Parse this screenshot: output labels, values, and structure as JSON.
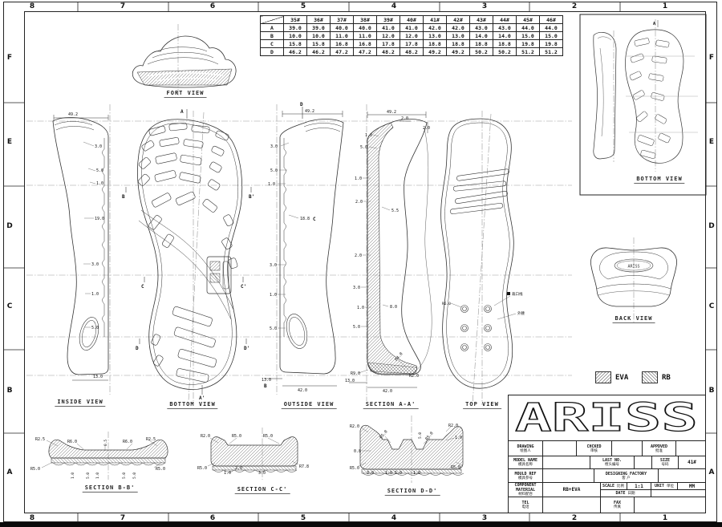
{
  "sheet": {
    "top_cols": [
      "8",
      "7",
      "6",
      "5",
      "4",
      "3",
      "2",
      "1"
    ],
    "bottom_cols": [
      "8",
      "7",
      "6",
      "5",
      "4",
      "3",
      "2",
      "1"
    ],
    "left_rows": [
      "F",
      "E",
      "D",
      "C",
      "B",
      "A"
    ],
    "right_rows": [
      "F",
      "E",
      "D",
      "C",
      "B",
      "A"
    ]
  },
  "size_table": {
    "columns": [
      "35#",
      "36#",
      "37#",
      "38#",
      "39#",
      "40#",
      "41#",
      "42#",
      "43#",
      "44#",
      "45#",
      "46#"
    ],
    "rows": [
      {
        "label": "A",
        "values": [
          "39.0",
          "39.0",
          "40.0",
          "40.0",
          "41.0",
          "41.0",
          "42.0",
          "42.0",
          "43.0",
          "43.0",
          "44.0",
          "44.0"
        ]
      },
      {
        "label": "B",
        "values": [
          "10.0",
          "10.0",
          "11.0",
          "11.0",
          "12.0",
          "12.0",
          "13.0",
          "13.0",
          "14.0",
          "14.0",
          "15.0",
          "15.0"
        ]
      },
      {
        "label": "C",
        "values": [
          "15.8",
          "15.8",
          "16.8",
          "16.8",
          "17.8",
          "17.8",
          "18.8",
          "18.8",
          "18.8",
          "18.8",
          "19.8",
          "19.8"
        ]
      },
      {
        "label": "D",
        "values": [
          "46.2",
          "46.2",
          "47.2",
          "47.2",
          "48.2",
          "48.2",
          "49.2",
          "49.2",
          "50.2",
          "50.2",
          "51.2",
          "51.2"
        ]
      }
    ]
  },
  "views": {
    "fort": {
      "label": "FORT VIEW"
    },
    "inside": {
      "label": "INSIDE VIEW",
      "dim_top": "49.2",
      "dims": [
        "3.0",
        "5.0",
        "1.0",
        "19.0",
        "3.0",
        "1.0",
        "5.0"
      ],
      "dim_bottom": "13.0"
    },
    "bottom_main": {
      "label": "BOTTOM VIEW",
      "markers": {
        "a": "A",
        "b": "B",
        "b2": "B'",
        "c": "C",
        "c2": "C'",
        "d": "D",
        "d2": "D'",
        "a2": "A'"
      }
    },
    "outside": {
      "label": "OUTSIDE VIEW",
      "marker_top": "D",
      "marker_mid": "C",
      "marker_bottom": "B",
      "dim_top": "49.2",
      "dims": [
        "3.0",
        "5.0",
        "1.0",
        "18.8",
        "3.0",
        "1.0",
        "5.0"
      ],
      "dim_bottom_left": "13.0",
      "dim_bottom": "42.0"
    },
    "section_a": {
      "label": "SECTION A-A'",
      "dim_top": "49.2",
      "dims_left": [
        "1.0",
        "5.0",
        "1.0",
        "2.0",
        "2.0",
        "3.0",
        "1.0",
        "5.0"
      ],
      "dims_right": [
        "2.0",
        "2.0",
        "5.5",
        "8.0"
      ],
      "radii": [
        "R4.0",
        "R9.0",
        "R2.0"
      ],
      "dim_bottom_left": "13.0",
      "dim_bottom": "42.0"
    },
    "top": {
      "label": "TOP VIEW",
      "radius": "R6.0",
      "notes": [
        "裁口线",
        "外腰"
      ]
    },
    "box_bottom": {
      "label": "BOTTOM VIEW",
      "marker": "A"
    },
    "back": {
      "label": "BACK VIEW",
      "logo": "ARISS"
    },
    "section_b": {
      "label": "SECTION B-B'",
      "radii": [
        "R2.5",
        "R6.0",
        "R6.0",
        "R2.5",
        "R5.0",
        "R5.0"
      ],
      "dim_mid": "0.5",
      "dims": [
        "1.0",
        "5.0",
        "1.0",
        "5.0",
        "5.0"
      ]
    },
    "section_c": {
      "label": "SECTION C-C'",
      "radii": [
        "R2.0",
        "R5.0",
        "R5.0",
        "R5.0",
        "R7.8"
      ],
      "dims": [
        "1.0",
        "2.0",
        "3.0"
      ]
    },
    "section_d": {
      "label": "SECTION D-D'",
      "radii": [
        "R2.0",
        "R5.0",
        "R5.0",
        "R2.0",
        "R5.0",
        "R5.0"
      ],
      "dims_top": [
        "5.0",
        "1.0"
      ],
      "dim_left": "0.8",
      "dims": [
        "3.0",
        "1.0",
        "5.0",
        "1.0"
      ]
    }
  },
  "legend": {
    "eva": "EVA",
    "rb": "RB"
  },
  "title_block": {
    "logo": "ARISS",
    "drawing": {
      "en": "DRAWING",
      "cn": "绘图人",
      "value": ""
    },
    "checked": {
      "en": "CHCKED",
      "cn": "审核",
      "value": ""
    },
    "approved": {
      "en": "APPDVED",
      "cn": "批准",
      "value": ""
    },
    "model_name": {
      "en": "MODEL NAME",
      "cn": "模具名称",
      "value": ""
    },
    "last_no": {
      "en": "LAST NO.",
      "cn": "楦头编号",
      "value": ""
    },
    "size": {
      "en": "SIZE",
      "cn": "号码",
      "value": "41#"
    },
    "mould_ref": {
      "en": "MOULD REF",
      "cn": "模具参号",
      "value": ""
    },
    "designing_factory": {
      "en": "DESIGNING FACTORY",
      "cn": "客 户",
      "value": ""
    },
    "component_material": {
      "en1": "COMPONENT",
      "en2": "MATERIAL",
      "cn": "材料配合",
      "value": "RB+EVA"
    },
    "scale": {
      "en": "SCALE",
      "cn": "比例",
      "value": "1:1"
    },
    "unit": {
      "en": "UNIT",
      "cn": "单位",
      "value": "MM"
    },
    "date": {
      "en": "DATE",
      "cn": "日期",
      "value": ""
    },
    "tel": {
      "en": "TEL",
      "cn": "电话",
      "value": ""
    },
    "fax": {
      "en": "FAX",
      "cn": "传真",
      "value": ""
    }
  }
}
